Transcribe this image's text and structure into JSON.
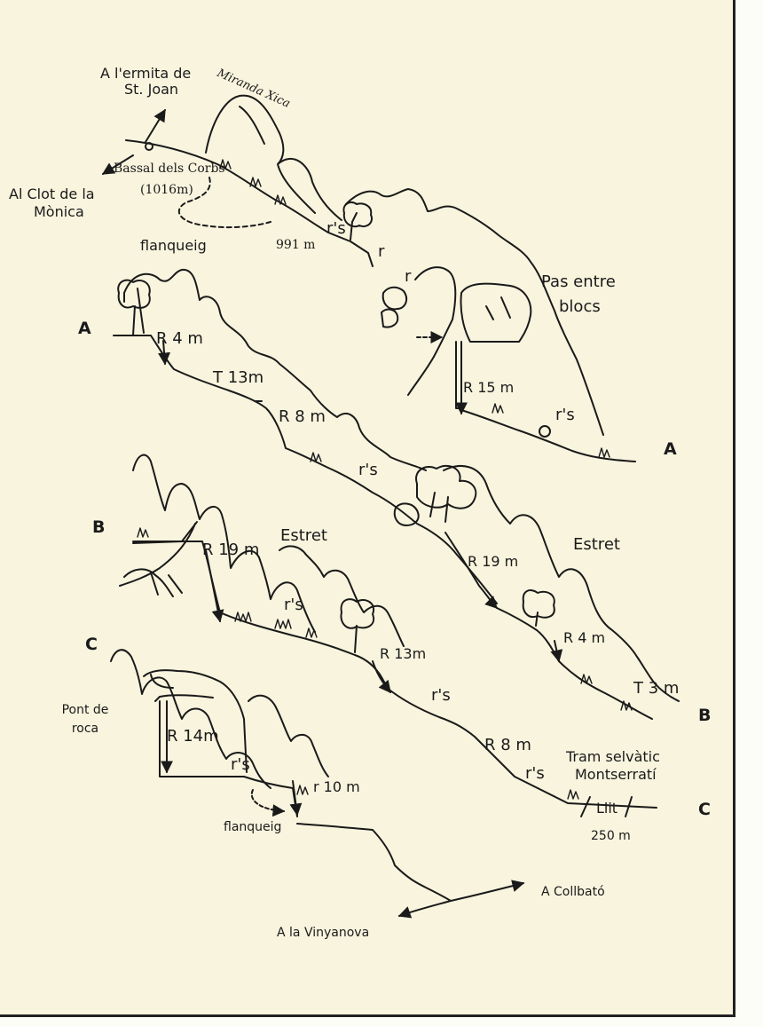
{
  "labels": {
    "ermita_line1": "A l'ermita de",
    "ermita_line2": "St. Joan",
    "miranda": "Miranda Xica",
    "bassal": "Bassal dels Corbs",
    "bassal_alt": "(1016m)",
    "clot_line1": "Al Clot de la",
    "clot_line2": "Mònica",
    "flanqueig_top": "flanqueig",
    "alt_991": "991 m",
    "rs_top": "r's",
    "r_1": "r",
    "r_2": "r",
    "pas_line1": "Pas entre",
    "pas_line2": "blocs",
    "r15": "R 15 m",
    "rs_a_end": "r's",
    "a_end": "A",
    "a_start": "A",
    "r4_a": "R 4 m",
    "t13": "T 13m",
    "r8_a": "R 8 m",
    "rs_a_mid": "r's",
    "b_start": "B",
    "r19_left": "R 19 m",
    "estret_left": "Estret",
    "rs_b_left": "r's",
    "r13": "R 13m",
    "r19_right": "R 19 m",
    "estret_right": "Estret",
    "r4_b": "R 4 m",
    "t3": "T 3 m",
    "b_end": "B",
    "rs_b_mid": "r's",
    "c_start": "C",
    "pont_line1": "Pont de",
    "pont_line2": "roca",
    "r14": "R 14m",
    "rs_c": "r's",
    "r10": "r 10 m",
    "flanqueig_bottom": "flanqueig",
    "r8_c": "R 8 m",
    "rs_c_end": "r's",
    "tram_line1": "Tram selvàtic",
    "tram_line2": "Montserratí",
    "llit": "Llit",
    "c_end": "C",
    "alt_250": "250 m",
    "collbato": "A Collbató",
    "vinyanova": "A la Vinyanova"
  }
}
